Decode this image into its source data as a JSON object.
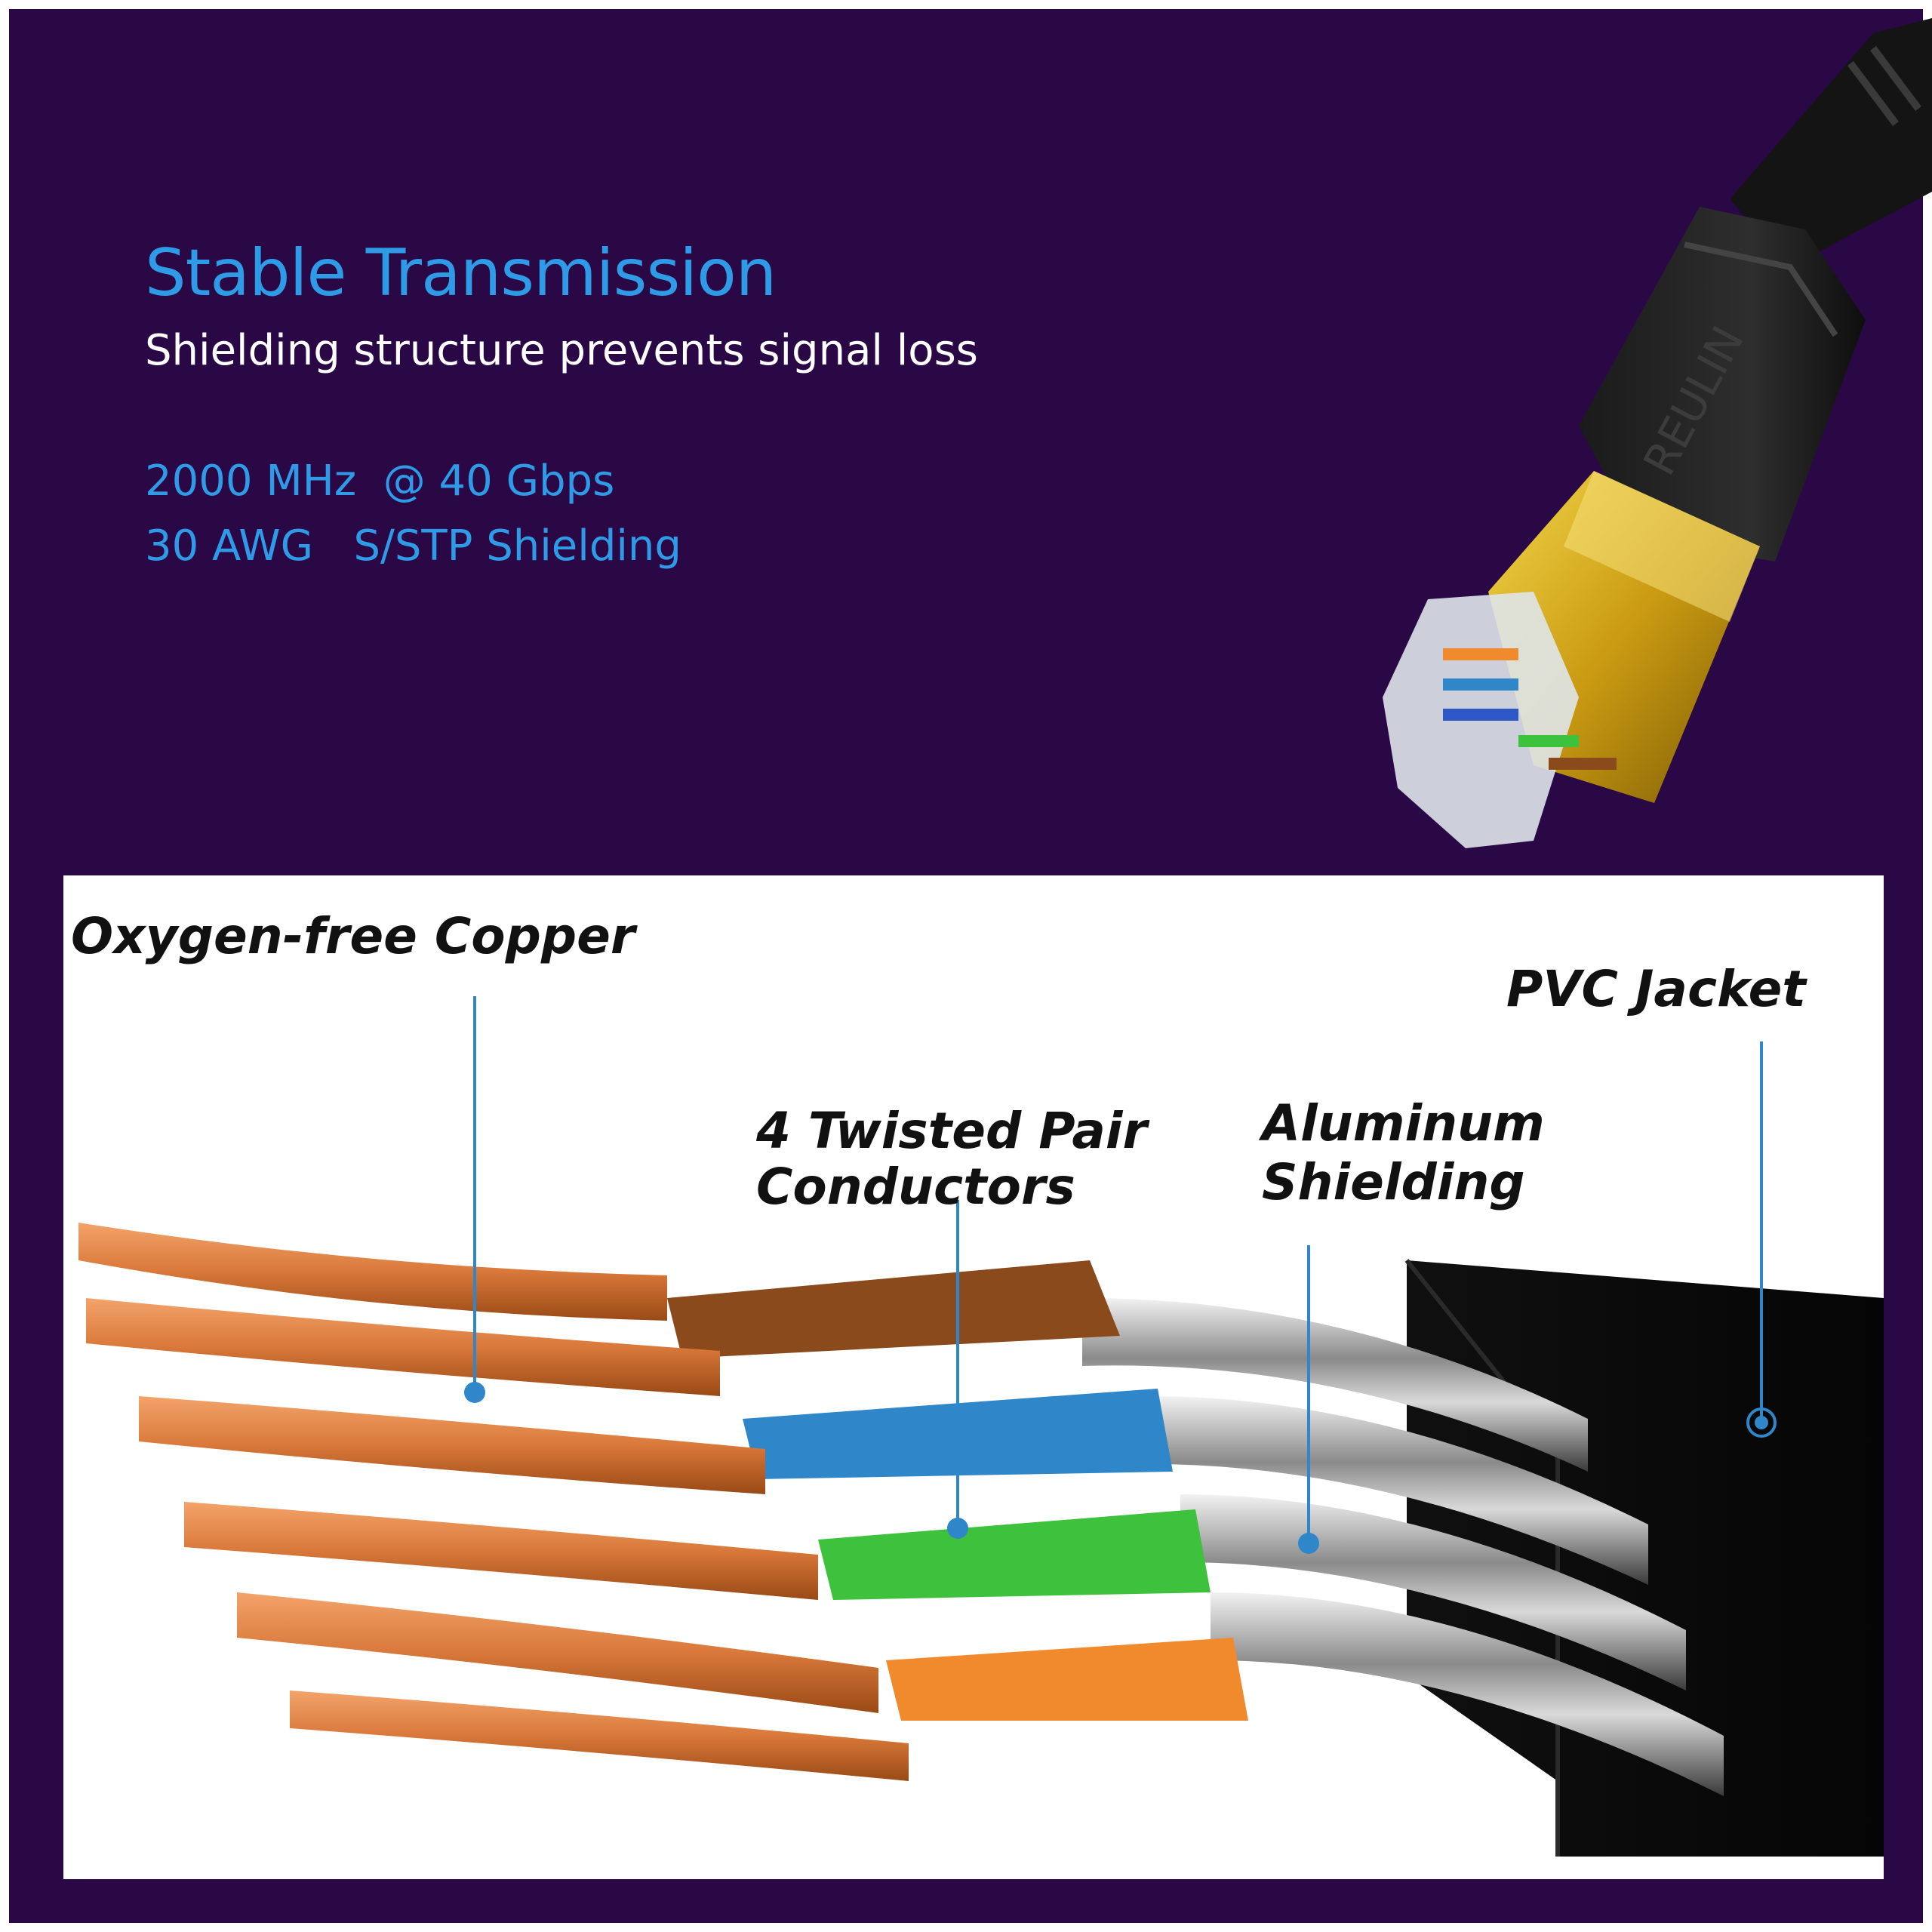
{
  "header": {
    "title": "Stable Transmission",
    "subtitle": "Shielding structure prevents signal loss",
    "specs": [
      "2000 MHz  @ 40 Gbps",
      "30 AWG   S/STP Shielding"
    ]
  },
  "connector": {
    "brand_mark": "REULIN"
  },
  "diagram": {
    "labels": {
      "copper": "Oxygen-free Copper",
      "twisted_line1": "4 Twisted Pair",
      "twisted_line2": "Conductors",
      "aluminum_line1": "Aluminum",
      "aluminum_line2": "Shielding",
      "jacket": "PVC Jacket"
    }
  },
  "colors": {
    "background": "#2a0846",
    "accent": "#2f9be6",
    "copper": "#d9783a",
    "wire_brown": "#8a4a1c",
    "wire_blue": "#2f86c9",
    "wire_green": "#3ec23e",
    "wire_orange": "#f08a2c",
    "connector_gold": "#d8b21d"
  }
}
